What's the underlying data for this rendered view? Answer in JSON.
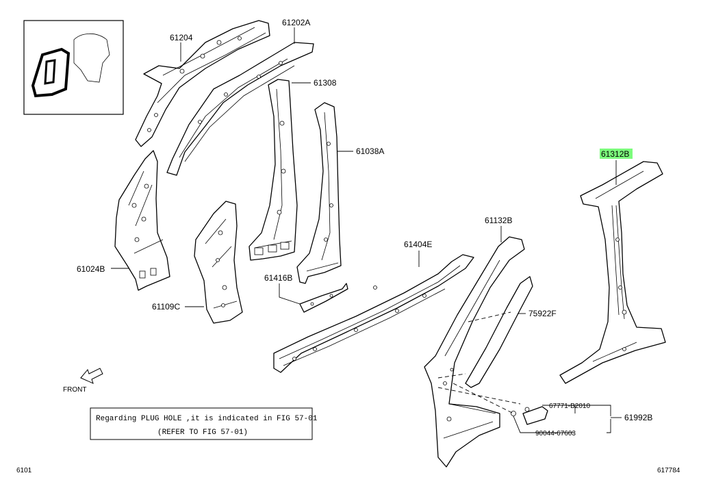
{
  "labels": {
    "p61204": "61204",
    "p61202A": "61202A",
    "p61308": "61308",
    "p61038A": "61038A",
    "p61024B": "61024B",
    "p61109C": "61109C",
    "p61416B": "61416B",
    "p61404E": "61404E",
    "p61132B": "61132B",
    "p75922F": "75922F",
    "p61312B": "61312B",
    "p67771": "67771-B2010",
    "p90044": "90044-67603",
    "p61992B": "61992B"
  },
  "front_label": "FRONT",
  "note": {
    "line1": "Regarding PLUG HOLE ,it is indicated in FIG 57-01",
    "line2": "(REFER TO FIG 57-01)"
  },
  "footer": {
    "left_code": "6101",
    "right_code": "617784"
  },
  "colors": {
    "highlight": "#7CFC7C",
    "line": "#000000",
    "background": "#ffffff"
  }
}
